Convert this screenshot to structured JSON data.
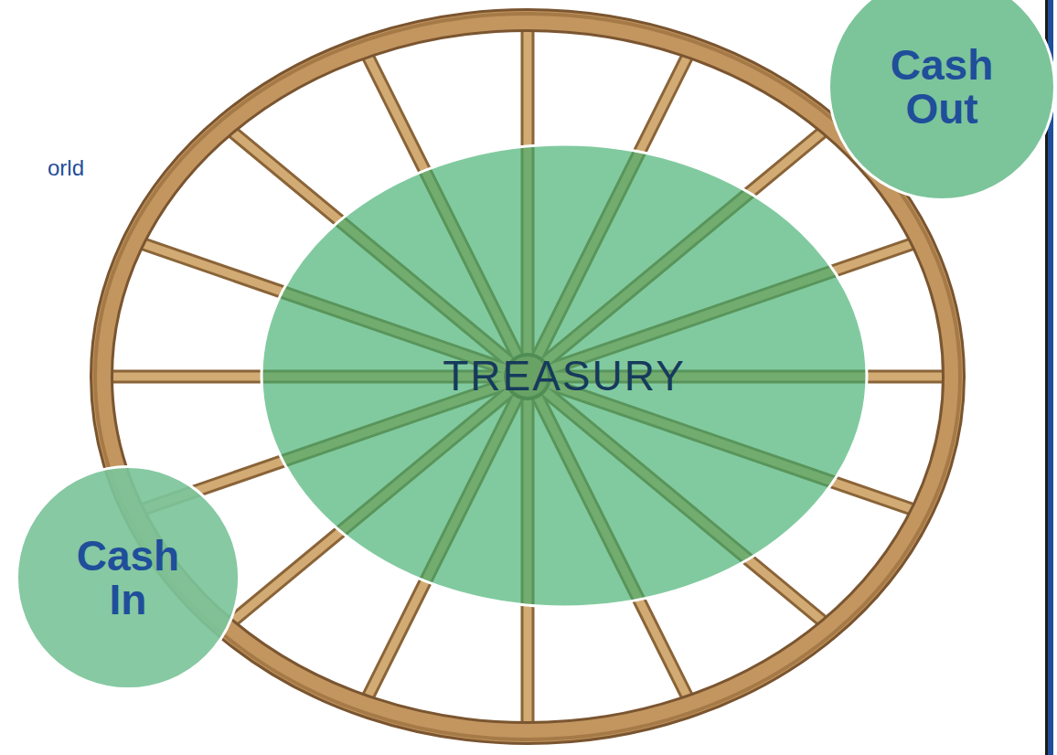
{
  "diagram": {
    "nodes": [
      {
        "text": [
          "Cash Out"
        ]
      },
      {
        "text": [
          "TREASURY"
        ]
      },
      {
        "text": [
          "Cash In"
        ]
      }
    ],
    "labels": [
      "orld"
    ]
  }
}
